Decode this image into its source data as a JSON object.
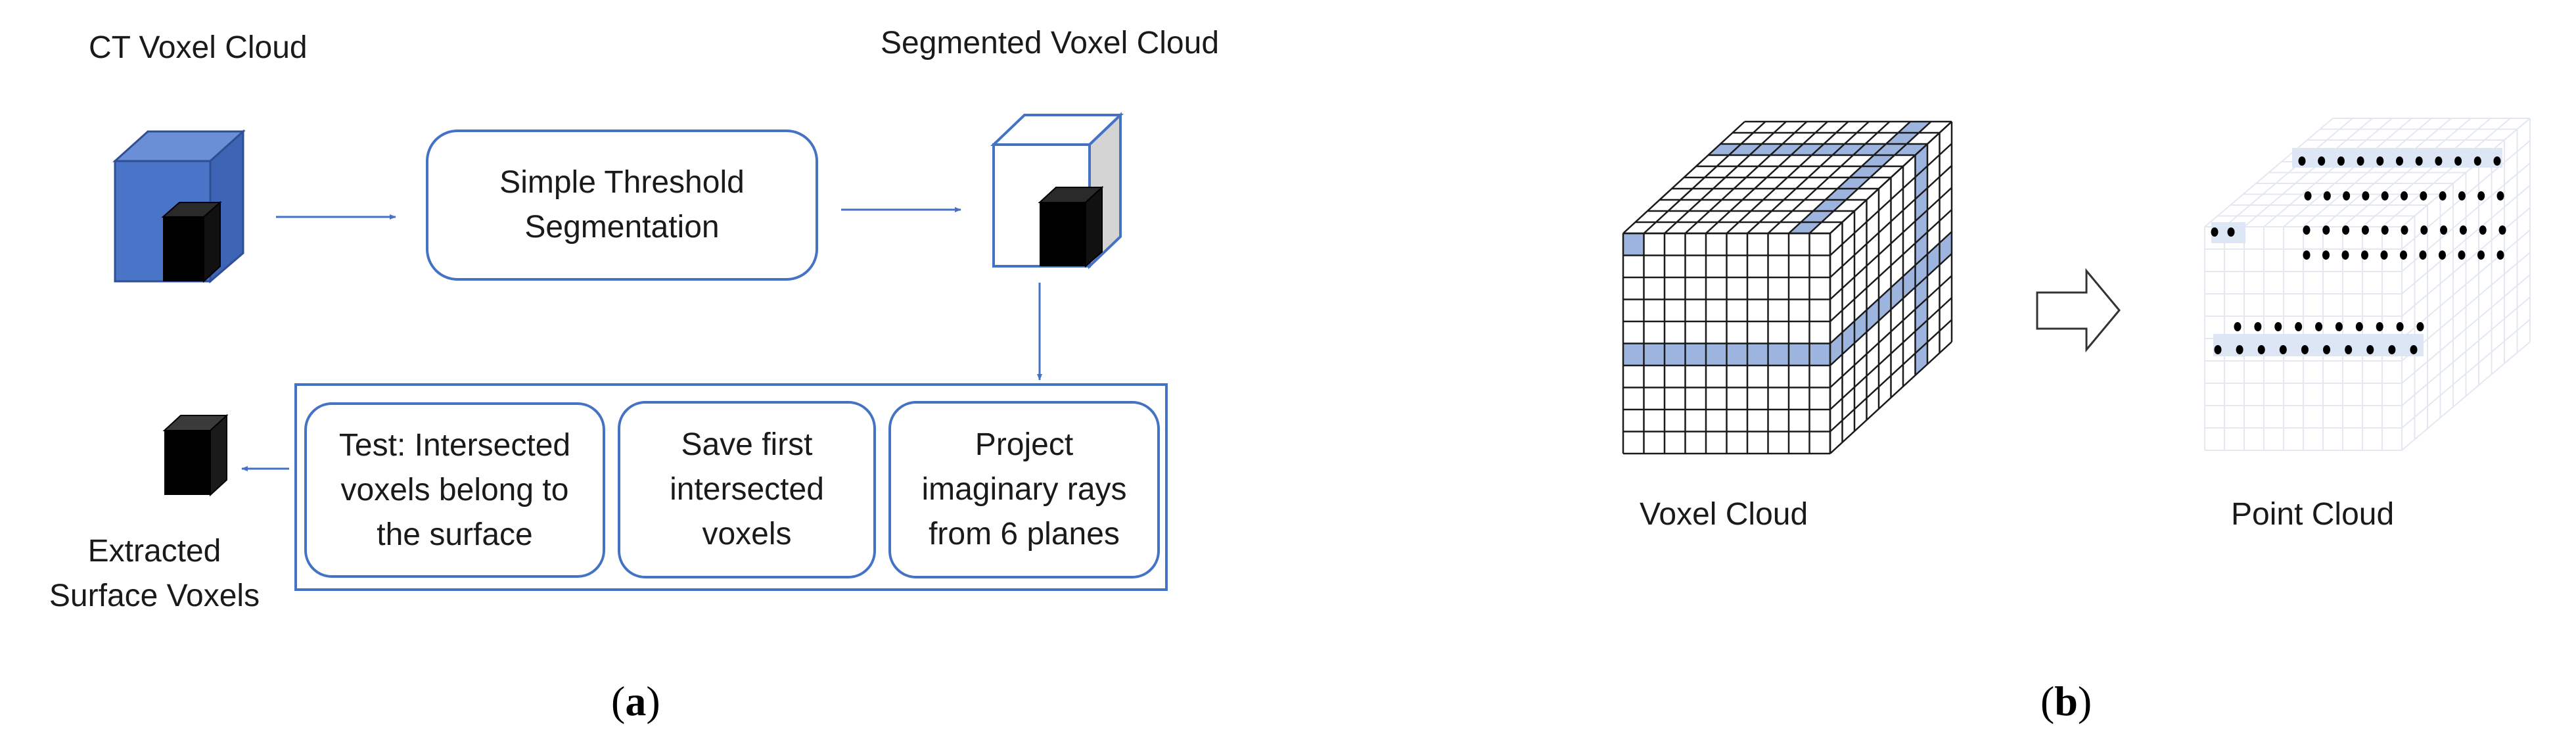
{
  "panel_a": {
    "ct_voxel_cloud": "CT Voxel Cloud",
    "segmented_voxel_cloud": "Segmented Voxel Cloud",
    "simple_threshold": [
      "Simple Threshold",
      "Segmentation"
    ],
    "project_rays": [
      "Project",
      "imaginary rays",
      "from 6 planes"
    ],
    "save_first": [
      "Save first",
      "intersected",
      "voxels"
    ],
    "test_intersected": [
      "Test: Intersected",
      "voxels belong to",
      "the surface"
    ],
    "extracted_surface": [
      "Extracted",
      "Surface Voxels"
    ],
    "caption_letter": "a"
  },
  "panel_b": {
    "voxel_cloud": "Voxel Cloud",
    "point_cloud": "Point Cloud",
    "caption_letter": "b"
  },
  "colors": {
    "accent": "#4472c4",
    "cube_blue": "#4a74c8",
    "grid_highlight": "#9db4de"
  }
}
